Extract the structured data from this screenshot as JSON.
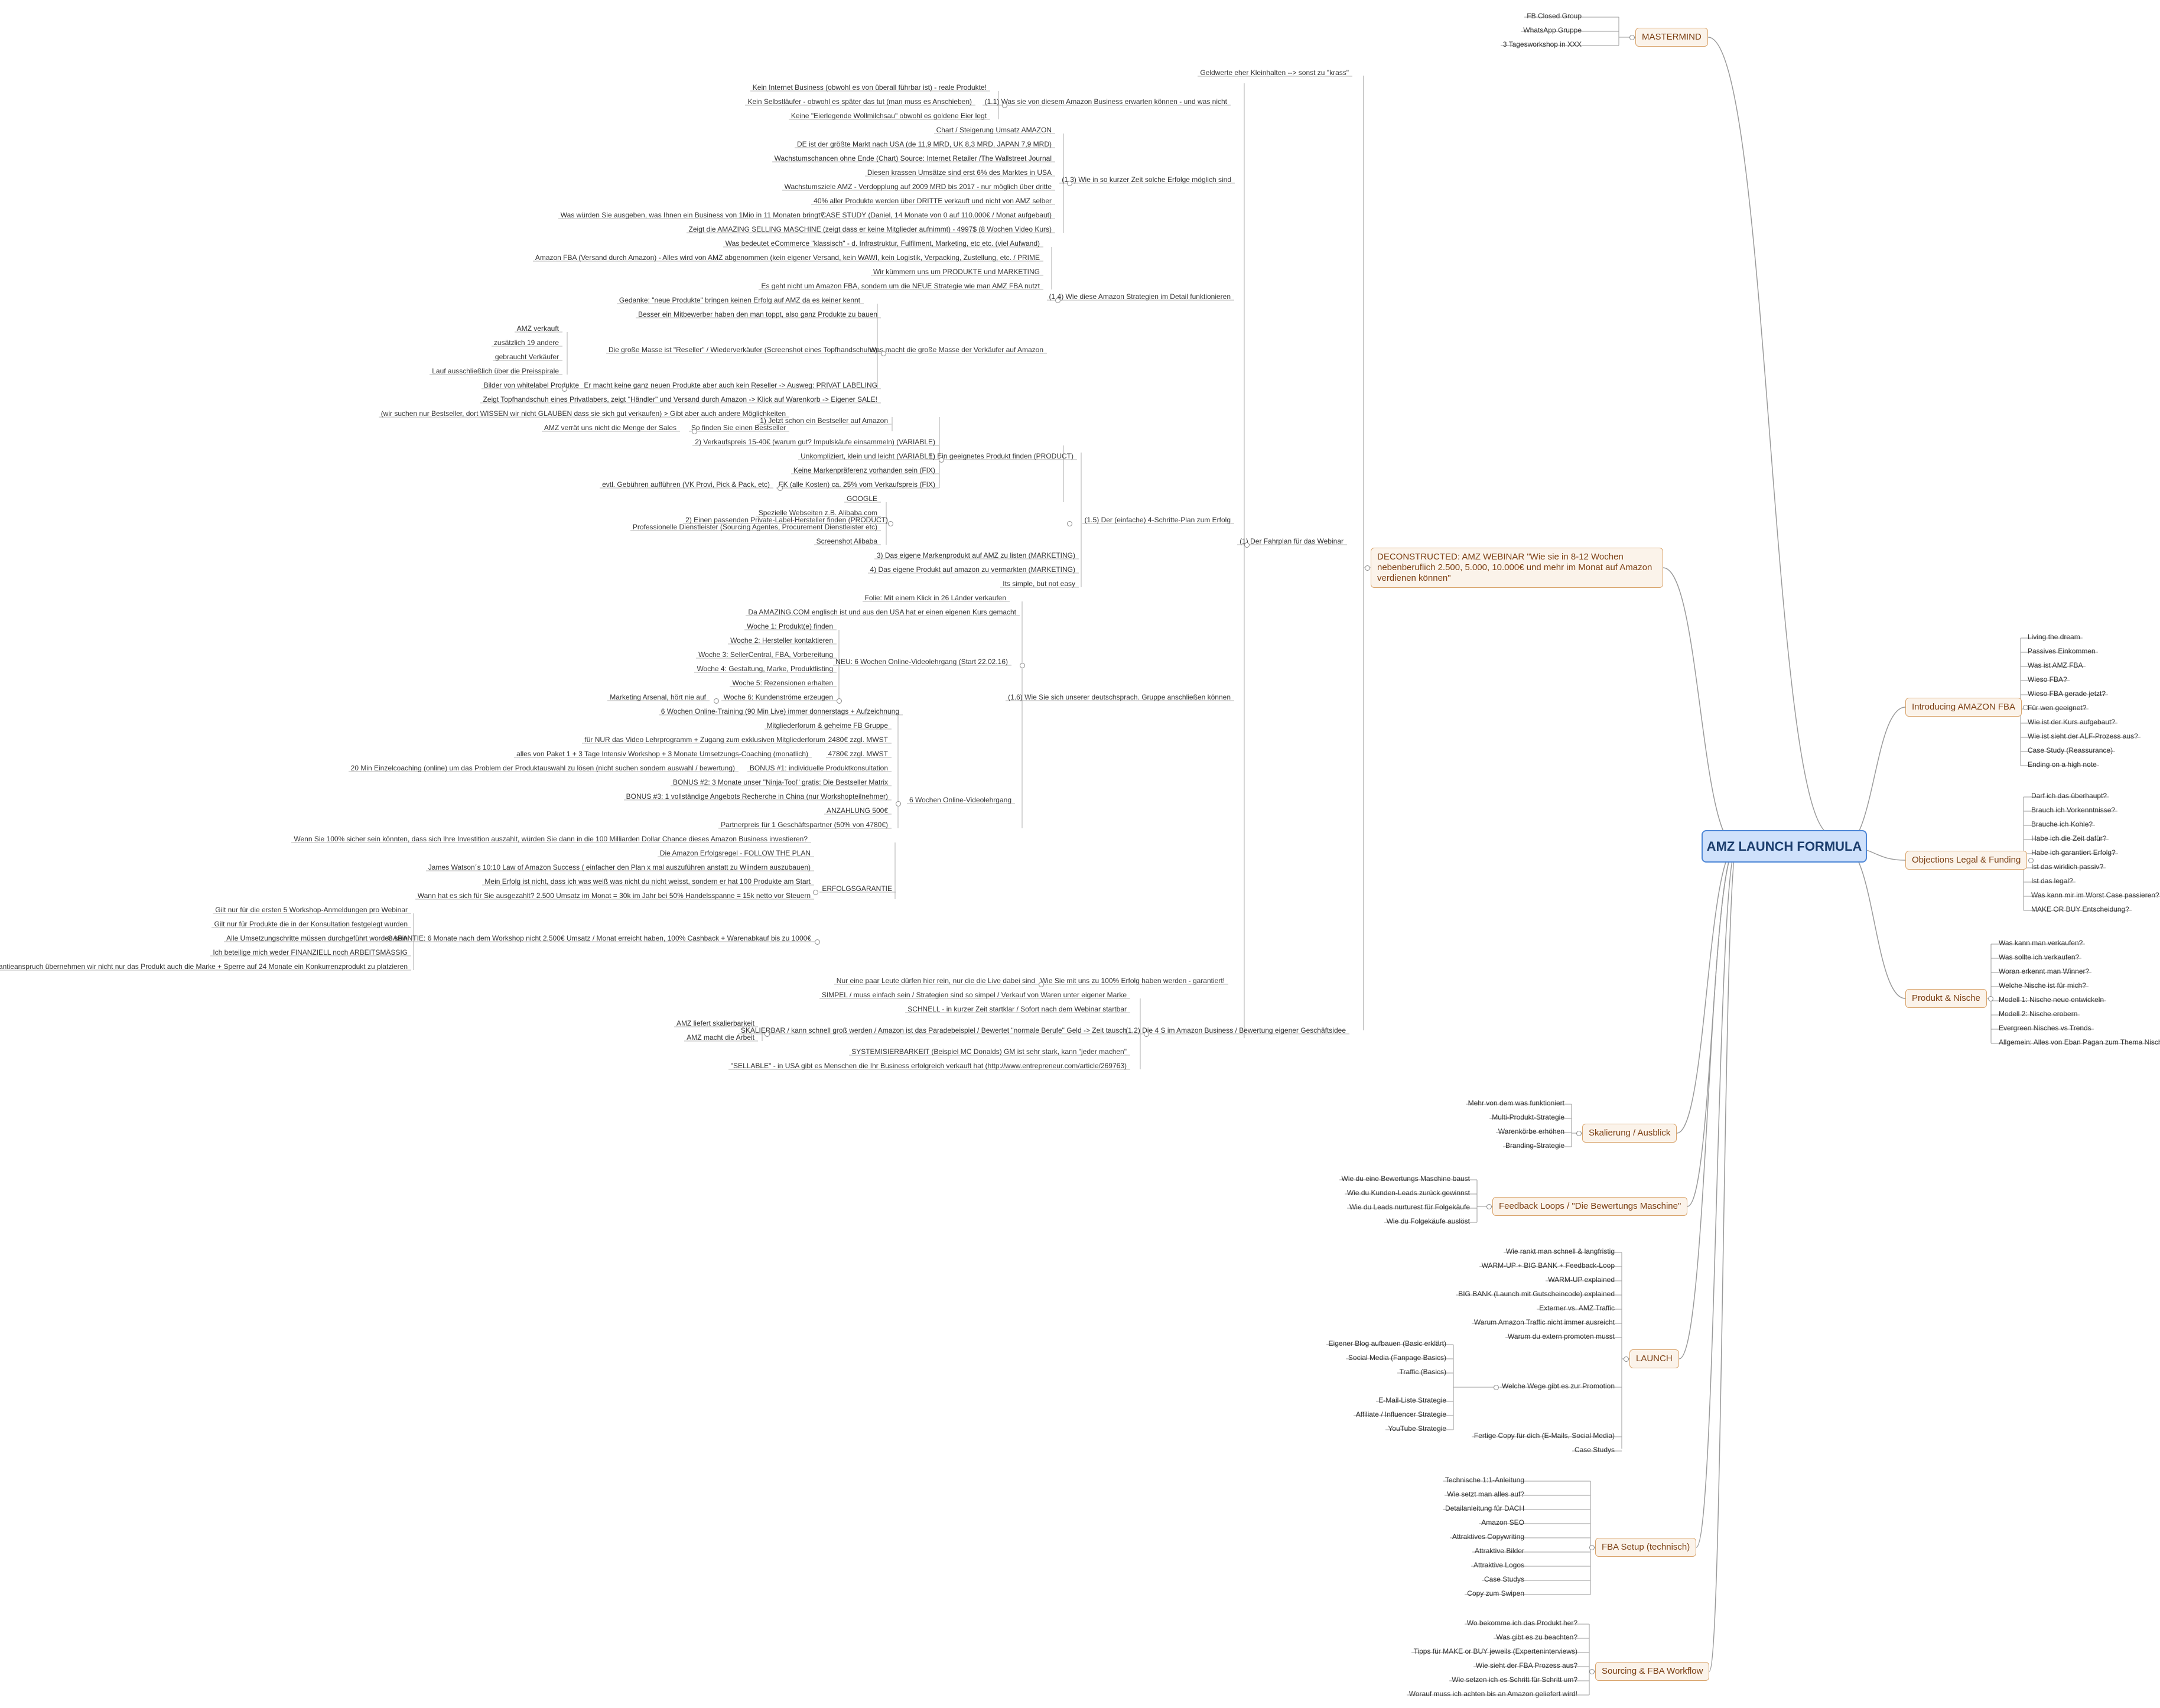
{
  "root": {
    "label": "AMZ LAUNCH FORMULA"
  },
  "right_branches": {
    "mastermind": {
      "label": "MASTERMIND",
      "items": [
        "FB Closed Group",
        "WhatsApp Gruppe",
        "3 Tagesworkshop in XXX"
      ]
    },
    "introducing": {
      "label": "Introducing AMAZON FBA",
      "items": [
        "Living the dream",
        "Passives Einkommen",
        "Was ist AMZ FBA",
        "Wieso FBA?",
        "Wieso FBA gerade jetzt?",
        "Für wen geeignet?",
        "Wie ist der Kurs aufgebaut?",
        "Wie ist sieht der ALF-Prozess aus?",
        "Case Study (Reassurance)",
        "Ending on a high note"
      ]
    },
    "objections": {
      "label": "Objections Legal & Funding",
      "items": [
        "Darf ich das überhaupt?",
        "Brauch ich Vorkenntnisse?",
        "Brauche ich Kohle?",
        "Habe ich die Zeit dafür?",
        "Habe ich garantiert Erfolg?",
        "Ist das wirklich passiv?",
        "Ist das legal?",
        "Was kann mir im Worst Case passieren?",
        "MAKE OR BUY Entscheidung?"
      ]
    },
    "produkt": {
      "label": "Produkt & Nische",
      "items": [
        "Was kann man verkaufen?",
        "Was sollte ich verkaufen?",
        "Woran erkennt man Winner?",
        "Welche Nische ist für mich?",
        "Modell 1: Nische neue entwickeln",
        "Modell 2: Nische erobern",
        "Evergreen Nisches vs Trends",
        "Allgemein: Alles von Eban Pagan zum Thema Nische"
      ]
    }
  },
  "left_branches": {
    "deconstructed": {
      "label": "DECONSTRUCTED: AMZ WEBINAR \"Wie sie in 8-12 Wochen nebenberuflich 2.500, 5.000, 10.000€ und mehr im Monat auf Amazon verdienen können\"",
      "items": [
        "Geldwerte eher Kleinhalten --> sonst zu \"krass\"",
        "Kein Internet Business (obwohl es von überall führbar ist) - reale Produkte!",
        "Kein Selbstläufer - obwohl es später das tut (man muss es Anschieben)",
        "(1.1) Was sie von diesem Amazon Business erwarten können - und was nicht",
        "Keine \"Eierlegende Wollmilchsau\" obwohl es goldene Eier legt",
        "Chart / Steigerung Umsatz AMAZON",
        "DE ist der größte Markt nach USA (de 11,9 MRD, UK 8,3 MRD, JAPAN 7,9 MRD)",
        "Wachstumschancen ohne Ende (Chart) Source: Internet Retailer /The Wallstreet Journal",
        "Diesen krassen Umsätze sind erst 6% des Marktes in USA",
        "(1.3) Wie in so kurzer Zeit solche Erfolge möglich sind",
        "Wachstumsziele AMZ - Verdopplung auf 2009 MRD bis 2017 - nur möglich über dritte",
        "40% aller Produkte werden über DRITTE verkauft und nicht von AMZ selber",
        "Was würden Sie ausgeben, was Ihnen ein Business von 1Mio in 11 Monaten bringt?",
        "CASE STUDY (Daniel, 14 Monate von 0 auf 110.000€ / Monat aufgebaut)",
        "Zeigt die AMAZING SELLING MASCHINE (zeigt dass er keine Mitglieder aufnimmt) - 4997$ (8 Wochen Video Kurs)",
        "Was bedeutet eCommerce \"klassisch\" - d. Infrastruktur, Fulfilment, Marketing, etc etc. (viel Aufwand)",
        "Amazon FBA (Versand durch Amazon) - Alles wird von AMZ abgenommen (kein eigener Versand, kein WAWI, kein Logistik, Verpacking, Zustellung, etc. / PRIME",
        "Wir kümmern uns um PRODUKTE und MARKETING",
        "Es geht nicht um Amazon FBA, sondern um die NEUE Strategie wie man AMZ FBA nutzt",
        "(1.4) Wie diese Amazon Strategien im Detail funktionieren",
        "Gedanke: \"neue Produkte\" bringen keinen Erfolg auf AMZ da es keiner kennt",
        "Besser ein Mitbewerber haben den man toppt, also ganz Produkte zu bauen",
        "AMZ verkauft",
        "zusätzlich 19 andere",
        "Die große Masse ist \"Reseller\" / Wiederverkäufer (Screenshot eines Topfhandschuhs)",
        "gebraucht Verkäufer",
        "Was macht die große Masse der Verkäufer auf Amazon",
        "Lauf ausschließlich über die Preisspirale",
        "Bilder von whitelabel Produkte",
        "Er macht keine ganz neuen Produkte aber auch kein Reseller -> Ausweg: PRIVAT LABELING",
        "Zeigt Topfhandschuh eines Privatlabers, zeigt \"Händler\" und Versand durch Amazon -> Klick auf Warenkorb -> Eigener SALE!",
        "(wir suchen nur Bestseller, dort WISSEN wir nicht GLAUBEN dass sie sich gut verkaufen) > Gibt aber auch andere Möglichkeiten",
        "1) Jetzt schon ein Bestseller auf Amazon",
        "AMZ verrät uns nicht die Menge der Sales",
        "So finden Sie einen Bestseller",
        "2) Verkaufspreis 15-40€ (warum gut? Impulskäufe einsammeln) (VARIABLE)",
        "Unkompliziert, klein und leicht (VARIABLE)",
        "1) Ein geeignetes Produkt finden (PRODUCT)",
        "Keine Markenpräferenz vorhanden sein (FIX)",
        "evtl. Gebühren aufführen (VK Provi, Pick & Pack, etc)",
        "EK (alle Kosten) ca. 25% vom Verkaufspreis (FIX)",
        "GOOGLE",
        "Spezielle Webseiten z.B. Alibaba.com",
        "(1.5) Der (einfache) 4-Schritte-Plan zum Erfolg",
        "Professionelle Dienstleister (Sourcing Agentes, Procurement Dienstleister etc)",
        "2) Einen passenden Private-Label-Hersteller finden (PRODUCT)",
        "Screenshot Alibaba",
        "(1) Der Fahrplan für das Webinar",
        "3) Das eigene Markenprodukt auf AMZ zu listen (MARKETING)",
        "4) Das eigene Produkt auf amazon zu vermarkten (MARKETING)",
        "Its simple, but not easy",
        "Folie: Mit einem Klick in 26 Länder verkaufen",
        "Da AMAZING.COM englisch ist und aus den USA hat er einen eigenen Kurs gemacht",
        "Woche 1: Produkt(e) finden",
        "Woche 2: Hersteller kontaktieren",
        "Woche 3: SellerCentral, FBA, Vorbereitung",
        "NEU: 6 Wochen Online-Videolehrgang (Start 22.02.16)",
        "Woche 4: Gestaltung, Marke, Produktlisting",
        "Woche 5: Rezensionen erhalten",
        "Marketing Arsenal, hört nie auf",
        "Woche 6: Kundenströme erzeugen",
        "6 Wochen Online-Training (90 Min Live) immer donnerstags + Aufzeichnung",
        "Mitgliederforum & geheime FB Gruppe",
        "(1.6) Wie Sie sich unserer deutschsprach. Gruppe anschließen können",
        "für NUR das Video Lehrprogramm + Zugang zum exklusiven Mitgliederforum",
        "2480€ zzgl. MWST",
        "alles von Paket 1 + 3 Tage Intensiv Workshop + 3 Monate Umsetzungs-Coaching (monatlich)",
        "4780€ zzgl. MWST",
        "20 Min Einzelcoaching (online) um das Problem der Produktauswahl zu lösen (nicht suchen sondern auswahl / bewertung)",
        "BONUS #1: individuelle Produktkonsultation",
        "BONUS #2: 3 Monate unser \"Ninja-Tool\" gratis: Die Bestseller Matrix",
        "BONUS #3: 1 vollständige Angebots Recherche in China (nur Workshopteilnehmer)",
        "6 Wochen Online-Videolehrgang",
        "ANZAHLUNG 500€",
        "Partnerpreis für 1 Geschäftspartner (50% von 4780€)",
        "Wenn Sie 100% sicher sein könnten, dass sich Ihre Investition auszahlt, würden Sie dann in die 100 Milliarden Dollar Chance dieses Amazon Business investieren?",
        "Die Amazon Erfolgsregel - FOLLOW THE PLAN",
        "James Watson´s 10:10 Law of Amazon Success ( einfacher den Plan x mal auszuführen anstatt zu Wiindern auszubauen)",
        "Mein Erfolg ist nicht, dass ich was weiß was nicht du nicht weisst, sondern er hat 100 Produkte am Start",
        "ERFOLGSGARANTIE",
        "Wann hat es sich für Sie ausgezahlt? 2.500 Umsatz im Monat = 30k im Jahr bei 50% Handelsspanne = 15k netto vor Steuern",
        "Gilt nur für die ersten 5 Workshop-Anmeldungen pro Webinar",
        "Gilt nur für Produkte die in der Konsultation festgelegt wurden",
        "Alle Umsetzungschritte müssen durchgeführt worden sein",
        "GARANTIE: 6 Monate nach dem Workshop nicht 2.500€ Umsatz / Monat erreicht haben, 100% Cashback + Warenabkauf bis zu 1000€",
        "Ich beteilige mich weder FINANZIELL noch ARBEITSMÄSSIG",
        "Bei Garantieanspruch übernehmen wir nicht nur das Produkt auch die Marke + Sperre auf 24 Monate ein Konkurrenzprodukt zu platzieren",
        "Nur eine paar Leute dürfen hier rein, nur die die Live dabei sind",
        "Wie Sie mit uns zu 100% Erfolg haben werden - garantiert!",
        "SIMPEL / muss einfach sein / Strategien sind so simpel / Verkauf von Waren unter eigener Marke",
        "SCHNELL - in kurzer Zeit startklar / Sofort nach dem Webinar startbar",
        "AMZ liefert skalierbarkeit",
        "SKALIERBAR / kann schnell groß werden / Amazon ist das Paradebeispiel / Bewertet \"normale Berufe\" Geld -> Zeit tausch",
        "(1.2) Die 4 S im Amazon Business / Bewertung eigener Geschäftsidee",
        "AMZ macht die Arbeit",
        "SYSTEMISIERBARKEIT (Beispiel MC Donalds) GM ist sehr stark, kann \"jeder machen\"",
        "\"SELLABLE\" - in USA gibt es Menschen die Ihr Business erfolgreich verkauft hat (http://www.entrepreneur.com/article/269763)"
      ]
    },
    "skalierung": {
      "label": "Skalierung / Ausblick",
      "items": [
        "Mehr von dem was funktioniert",
        "Multi-Produkt-Strategie",
        "Warenkörbe erhöhen",
        "Branding-Strategie"
      ]
    },
    "feedback": {
      "label": "Feedback Loops  / \"Die Bewertungs Maschine\"",
      "items": [
        "Wie du eine Bewertungs Maschine baust",
        "Wie du Kunden-Leads zurück gewinnst",
        "Wie du Leads nurturest für Folgekäufe",
        "Wie du Folgekäufe auslöst"
      ]
    },
    "launch": {
      "label": "LAUNCH",
      "items": [
        "Wie rankt man schnell & langfristig",
        "WARM-UP + BIG BANK + Feedback-Loop",
        "WARM-UP explained",
        "BIG BANK (Launch mit Gutscheincode) explained",
        "Externer vs. AMZ Traffic",
        "Warum Amazon Traffic nicht immer ausreicht",
        "Warum du extern promoten musst",
        "Eigener Blog aufbauen (Basic erklärt)",
        "Social Media (Fanpage Basics)",
        "Traffic (Basics)",
        "Welche Wege gibt es zur Promotion",
        "E-Mail-Liste Strategie",
        "Affiliate / Influencer Strategie",
        "YouTube Strategie",
        "Fertige Copy für dich (E-Mails, Social Media)",
        "Case Studys"
      ]
    },
    "fba_setup": {
      "label": "FBA Setup (technisch)",
      "items": [
        "Technische 1:1-Anleitung",
        "Wie setzt man alles auf?",
        "Detailanleitung für DACH",
        "Amazon SEO",
        "Attraktives Copywriting",
        "Attraktive Bilder",
        "Attraktive Logos",
        "Case Studys",
        "Copy zum Swipen"
      ]
    },
    "sourcing": {
      "label": "Sourcing & FBA Workflow",
      "items": [
        "Wo bekomme ich das Produkt her?",
        "Was gibt es zu beachten?",
        "Tipps für MAKE or BUY jeweils (Experteninterviews)",
        "Wie sieht der FBA Prozess aus?",
        "Wie setzen ich es Schritt für Schritt um?",
        "Worauf muss ich achten bis an Amazon geliefert wird!"
      ]
    }
  }
}
